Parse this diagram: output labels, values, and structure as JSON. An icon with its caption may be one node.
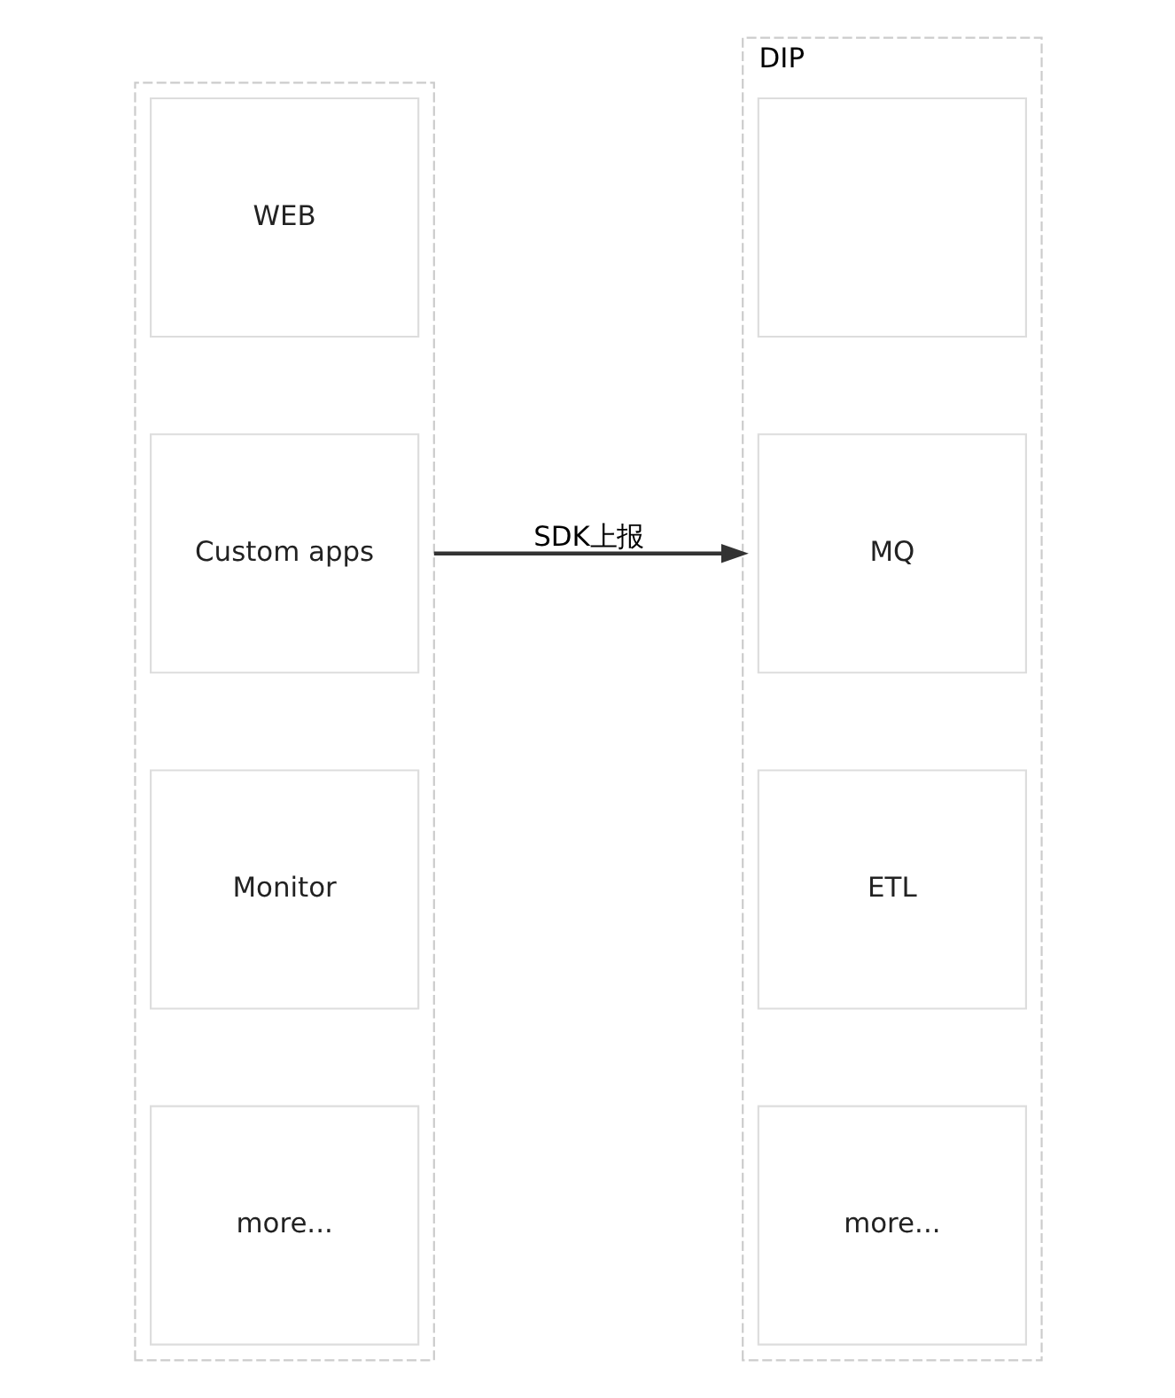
{
  "diagram": {
    "nodes": [
      {
        "text": [],
        "shape": "box"
      },
      {
        "text": [
          "WEB"
        ],
        "in": 0
      },
      {
        "text": [
          "Custom apps"
        ],
        "in": 0
      },
      {
        "text": [
          "Monitor"
        ],
        "in": 0
      },
      {
        "text": [
          "more..."
        ],
        "in": 0
      },
      {
        "text": [
          "DIP"
        ]
      },
      {
        "text": [],
        "shape": "box",
        "in": 5
      },
      {
        "text": [
          "MQ"
        ],
        "in": 5
      },
      {
        "text": [
          "ETL"
        ],
        "in": 5
      },
      {
        "text": [
          "more..."
        ],
        "in": 5
      }
    ],
    "edges": [
      {
        "from": 0,
        "to": 5,
        "label": "SDK上报",
        "arrow": "to"
      }
    ]
  }
}
